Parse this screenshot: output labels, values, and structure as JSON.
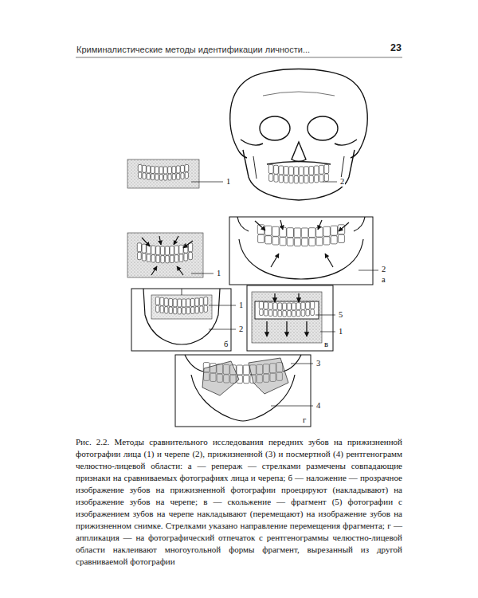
{
  "diagram": {
    "caption": "Рис. 2.2. Методы сравнительного исследования передних зубов на прижизненной фотографии лица (1) и черепе (2), прижизненной (3) и посмертной (4) рентгенограмм челюстно-лицевой области: а — репераж — стрелками размечены совпадающие признаки на сравниваемых фотографиях лица и черепа; б — наложение — прозрачное изображение зубов на прижизненной фотографии проецируют (накладывают) на изображение зубов на черепе; в — скольжение — фрагмент (5) фотографии с изображением зубов на черепе накладывают (перемещают) на изображение зубов на прижизненном снимке. Стрелками указано направление перемещения фрагмента; г — аппликация — на фотографический отпечаток с рентгенограммы челюстно-лицевой области наклеивают многоугольной формы фрагмент, вырезанный из другой сравниваемой фотографии",
    "labels": [
      "Криминалистические методы идентификации личности...",
      "23",
      "1",
      "2",
      "1",
      "2",
      "а",
      "1",
      "2",
      "б",
      "5",
      "1",
      "в",
      "3",
      "4",
      "г"
    ]
  }
}
